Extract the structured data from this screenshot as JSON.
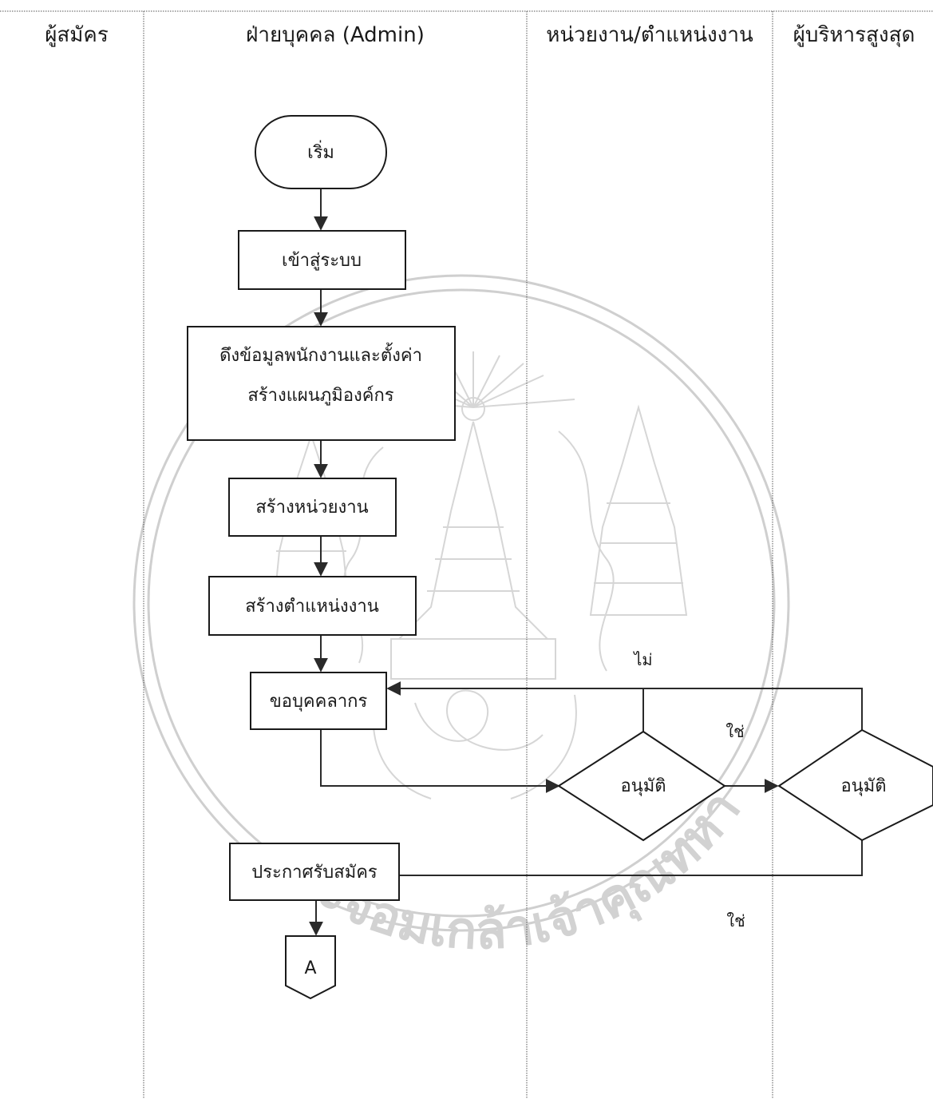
{
  "lanes": [
    {
      "id": "applicant",
      "title": "ผู้สมัคร"
    },
    {
      "id": "hr",
      "title": "ฝ่ายบุคคล (Admin)"
    },
    {
      "id": "unit",
      "title": "หน่วยงาน/ตำแหน่งงาน"
    },
    {
      "id": "exec",
      "title": "ผู้บริหารสูงสุด"
    }
  ],
  "nodes": {
    "start": "เริ่ม",
    "login": "เข้าสู่ระบบ",
    "fetch_line1": "ดึงข้อมูลพนักงานและตั้งค่า",
    "fetch_line2": "สร้างแผนภูมิองค์กร",
    "create_unit": "สร้างหน่วยงาน",
    "create_position": "สร้างตำแหน่งงาน",
    "request": "ขอบุคคลากร",
    "approve_unit": "อนุมัติ",
    "approve_exec": "อนุมัติ",
    "announce": "ประกาศรับสมัคร",
    "connector": "A"
  },
  "edge_labels": {
    "no": "ไม่",
    "yes_unit": "ใช่",
    "yes_exec": "ใช่"
  },
  "watermark": {
    "text": "ยีพระจอมเกล้าเจ้าคุณทหาร",
    "color": "#d2d2d2"
  }
}
